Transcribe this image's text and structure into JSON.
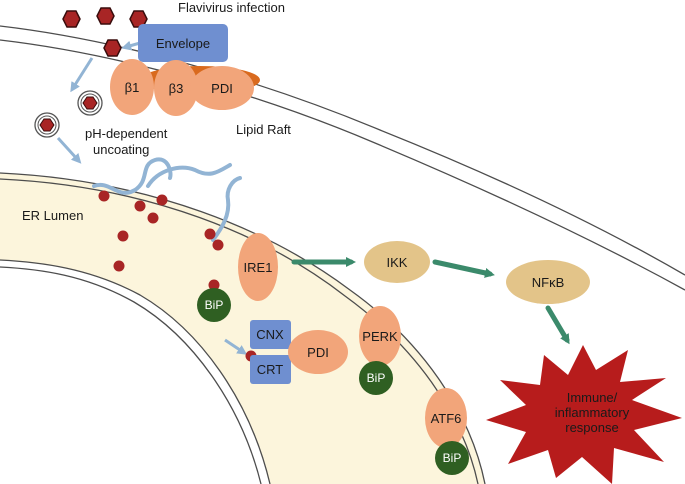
{
  "labels": {
    "flavivirus_infection": "Flavivirus infection",
    "envelope": "Envelope",
    "beta1": "β1",
    "beta3": "β3",
    "pdi_membrane": "PDI",
    "lipid_raft": "Lipid Raft",
    "ph_dependent": "pH-dependent",
    "uncoating": "uncoating",
    "er_lumen": "ER Lumen",
    "ire1": "IRE1",
    "ikk": "IKK",
    "nfkb": "NFκB",
    "bip_ire1": "BiP",
    "cnx": "CNX",
    "crt": "CRT",
    "pdi_er": "PDI",
    "perk": "PERK",
    "bip_perk": "BiP",
    "atf6": "ATF6",
    "bip_atf6": "BiP",
    "response_line1": "Immune/",
    "response_line2": "inflammatory",
    "response_line3": "response"
  },
  "colors": {
    "envelope_fill": "#6f8fd0",
    "orange_protein": "#f2a57a",
    "raft": "#d96a1e",
    "tan_node": "#e3c489",
    "bip_green": "#2f5f22",
    "chaperone_blue": "#6f8fd0",
    "teal_arrow": "#3b8a6b",
    "light_arrow": "#92b4d4",
    "virus_red": "#a82525",
    "er_fill": "#fcf5dc",
    "starburst": "#b71c1c",
    "membrane_line": "#4d4d4d"
  }
}
